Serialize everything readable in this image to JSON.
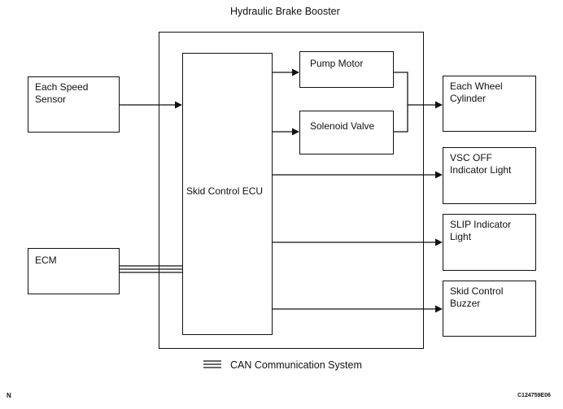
{
  "title": "Hydraulic Brake Booster",
  "inputs": {
    "speed_sensor": [
      "Each Speed",
      "Sensor"
    ],
    "ecm": "ECM"
  },
  "ecu": "Skid Control ECU",
  "booster_parts": {
    "pump_motor": "Pump Motor",
    "solenoid_valve": "Solenoid Valve"
  },
  "outputs": {
    "wheel_cylinder": [
      "Each Wheel",
      "Cylinder"
    ],
    "vsc_off_light": [
      "VSC OFF",
      "Indicator Light"
    ],
    "slip_light": [
      "SLIP Indicator",
      "Light"
    ],
    "buzzer": [
      "Skid Control",
      "Buzzer"
    ]
  },
  "legend": {
    "can_label": "CAN Communication System"
  },
  "footer": {
    "corner_mark": "N",
    "figure_code": "C124759E06"
  }
}
